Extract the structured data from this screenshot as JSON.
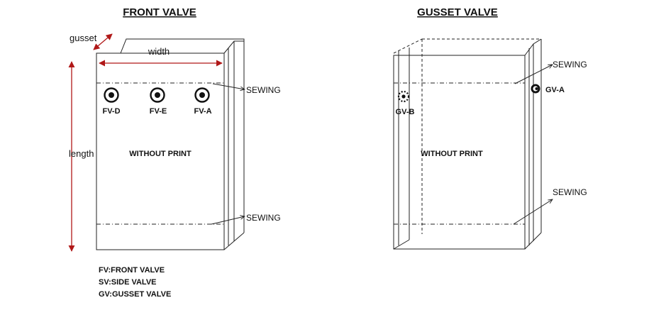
{
  "front": {
    "title": "FRONT VALVE",
    "gusset_label": "gusset",
    "width_label": "width",
    "length_label": "length",
    "valves": [
      "FV-D",
      "FV-E",
      "FV-A"
    ],
    "center_text": "WITHOUT PRINT",
    "sewing_top": "SEWING",
    "sewing_bottom": "SEWING"
  },
  "gusset": {
    "title": "GUSSET VALVE",
    "left_valve": "GV-B",
    "right_valve": "GV-A",
    "center_text": "WITHOUT PRINT",
    "sewing_top": "SEWING",
    "sewing_bottom": "SEWING"
  },
  "legend": [
    "FV:FRONT VALVE",
    "SV:SIDE VALVE",
    "GV:GUSSET VALVE"
  ],
  "colors": {
    "arrow": "#b01818",
    "line": "#222222"
  }
}
